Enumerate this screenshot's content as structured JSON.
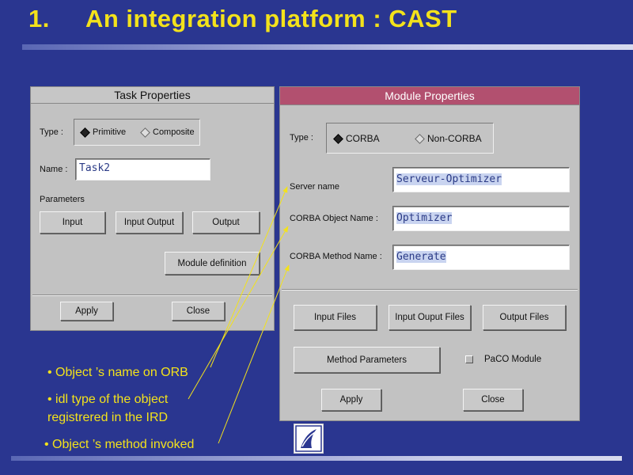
{
  "slide": {
    "number": "1.",
    "title": "An integration platform : CAST"
  },
  "task_window": {
    "title": "Task Properties",
    "type_label": "Type :",
    "type_options": [
      {
        "label": "Primitive",
        "selected": true
      },
      {
        "label": "Composite",
        "selected": false
      }
    ],
    "name_label": "Name :",
    "name_value": "Task2",
    "parameters_label": "Parameters",
    "buttons": {
      "input": "Input",
      "input_output": "Input Output",
      "output": "Output",
      "module_definition": "Module definition",
      "apply": "Apply",
      "close": "Close"
    }
  },
  "module_window": {
    "title": "Module Properties",
    "type_label": "Type :",
    "type_options": [
      {
        "label": "CORBA",
        "selected": true
      },
      {
        "label": "Non-CORBA",
        "selected": false
      }
    ],
    "server_name_label": "Server name",
    "server_name_value": "Serveur-Optimizer",
    "object_name_label": "CORBA Object Name :",
    "object_name_value": "Optimizer",
    "method_name_label": "CORBA Method Name :",
    "method_name_value": "Generate",
    "buttons": {
      "input_files": "Input Files",
      "input_output_files": "Input Ouput Files",
      "output_files": "Output Files",
      "method_parameters": "Method Parameters",
      "apply": "Apply",
      "close": "Close"
    },
    "paco_module_label": "PaCO Module",
    "paco_module_checked": false
  },
  "bullets": {
    "b1": "• Object ’s name on ORB",
    "b2_line1": "• idl type of the object",
    "b2_line2": "registrered in the IRD",
    "b3": "• Object ’s method invoked"
  },
  "colors": {
    "background": "#2a3690",
    "title": "#f3e21b",
    "module_titlebar": "#b2506f",
    "arrows": "#f3e21b"
  }
}
